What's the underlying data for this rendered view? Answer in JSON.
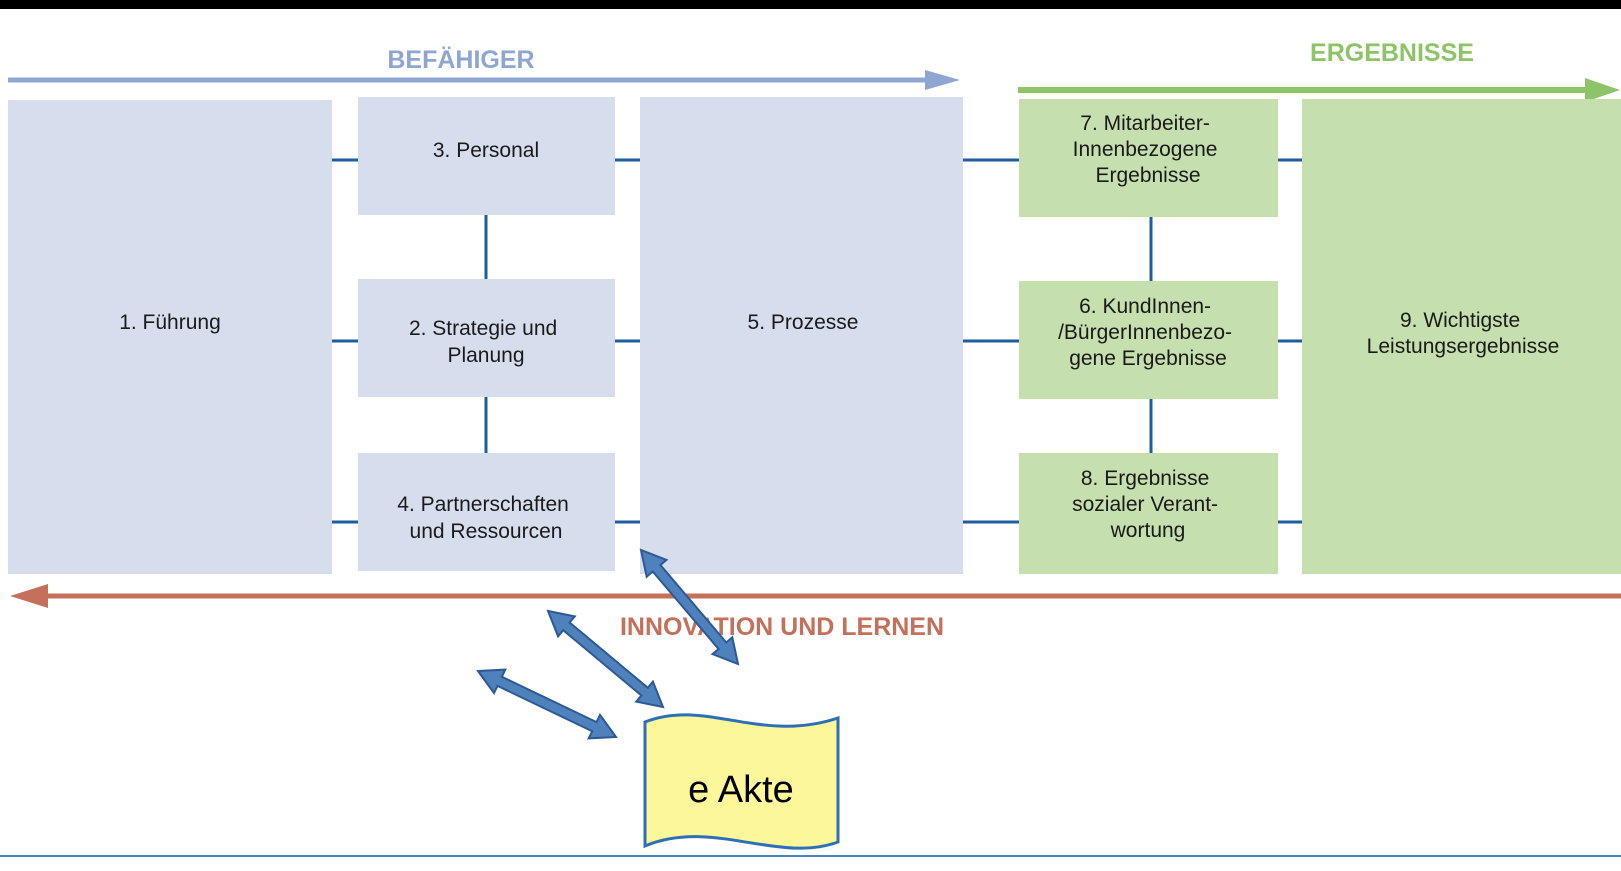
{
  "header": {
    "enablers_label": "BEFÄHIGER",
    "results_label": "ERGEBNISSE",
    "innovation_label": "INNOVATION UND LERNEN"
  },
  "enablers": {
    "fuehrung": [
      "1. Führung"
    ],
    "personal": [
      "3. Personal"
    ],
    "strategie": [
      "2. Strategie und",
      "Planung"
    ],
    "partner": [
      "4. Partnerschaften",
      "und Ressourcen"
    ],
    "prozesse": [
      "5. Prozesse"
    ]
  },
  "results": {
    "mitarbeiter": [
      "7. Mitarbeiter-",
      "Innenbezogene",
      "Ergebnisse"
    ],
    "kunden": [
      "6. KundInnen-",
      "/BürgerInnenbezo-",
      "gene Ergebnisse"
    ],
    "gesellschaft": [
      "8. Ergebnisse",
      "sozialer Verant-",
      "wortung"
    ],
    "leistung": [
      "9. Wichtigste",
      "Leistungsergebnisse"
    ]
  },
  "eakte": {
    "label": "e Akte"
  },
  "colors": {
    "enabler_box": "#d6deed",
    "result_box": "#c6dfae",
    "enabler_arrow": "#8fa6d0",
    "result_arrow": "#8cc467",
    "innovation_arrow": "#c4705b",
    "connector": "#1f5e9e",
    "double_arrow_fill": "#4f81bd",
    "double_arrow_stroke": "#2d5a92",
    "eakte_fill": "#fbf79a",
    "eakte_stroke": "#2f6fb5"
  }
}
